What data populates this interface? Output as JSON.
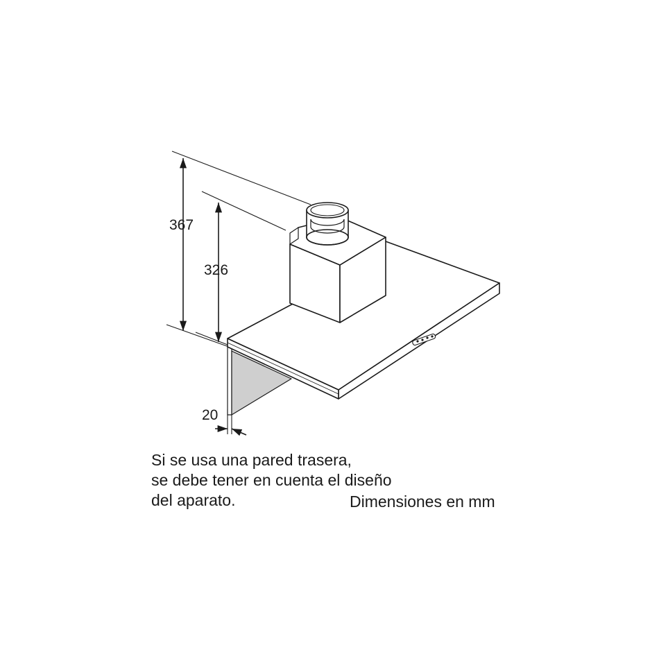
{
  "dimensions": {
    "total_height": "367",
    "duct_height": "326",
    "panel_thickness": "20"
  },
  "notes": {
    "wall_lines": [
      "Si se usa una pared trasera,",
      "se debe tener en cuenta el diseño",
      "del aparato."
    ],
    "units": "Dimensiones en mm"
  }
}
